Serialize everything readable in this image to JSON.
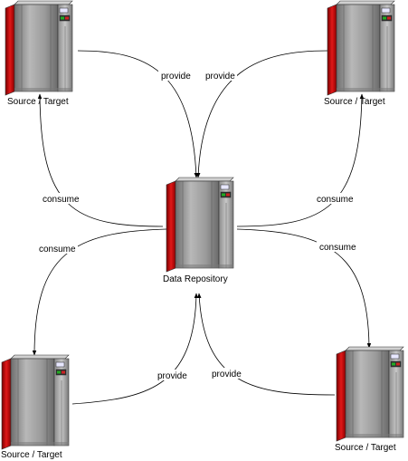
{
  "nodes": {
    "top_left": {
      "label": "Source / Target"
    },
    "top_right": {
      "label": "Source / Target"
    },
    "center": {
      "label": "Data Repository"
    },
    "bottom_left": {
      "label": "Source / Target"
    },
    "bottom_right": {
      "label": "Source / Target"
    }
  },
  "edges": {
    "top_left_provide": "provide",
    "top_right_provide": "provide",
    "left_consume": "consume",
    "right_consume": "consume",
    "bottom_left_consume": "consume",
    "bottom_right_consume": "consume",
    "bottom_left_provide": "provide",
    "bottom_right_provide": "provide"
  },
  "colors": {
    "server_body": "#9a9a9a",
    "server_front": "#8c8c8c",
    "server_side": "#b0b0b0",
    "server_red": "#cc1111",
    "line": "#000000"
  }
}
